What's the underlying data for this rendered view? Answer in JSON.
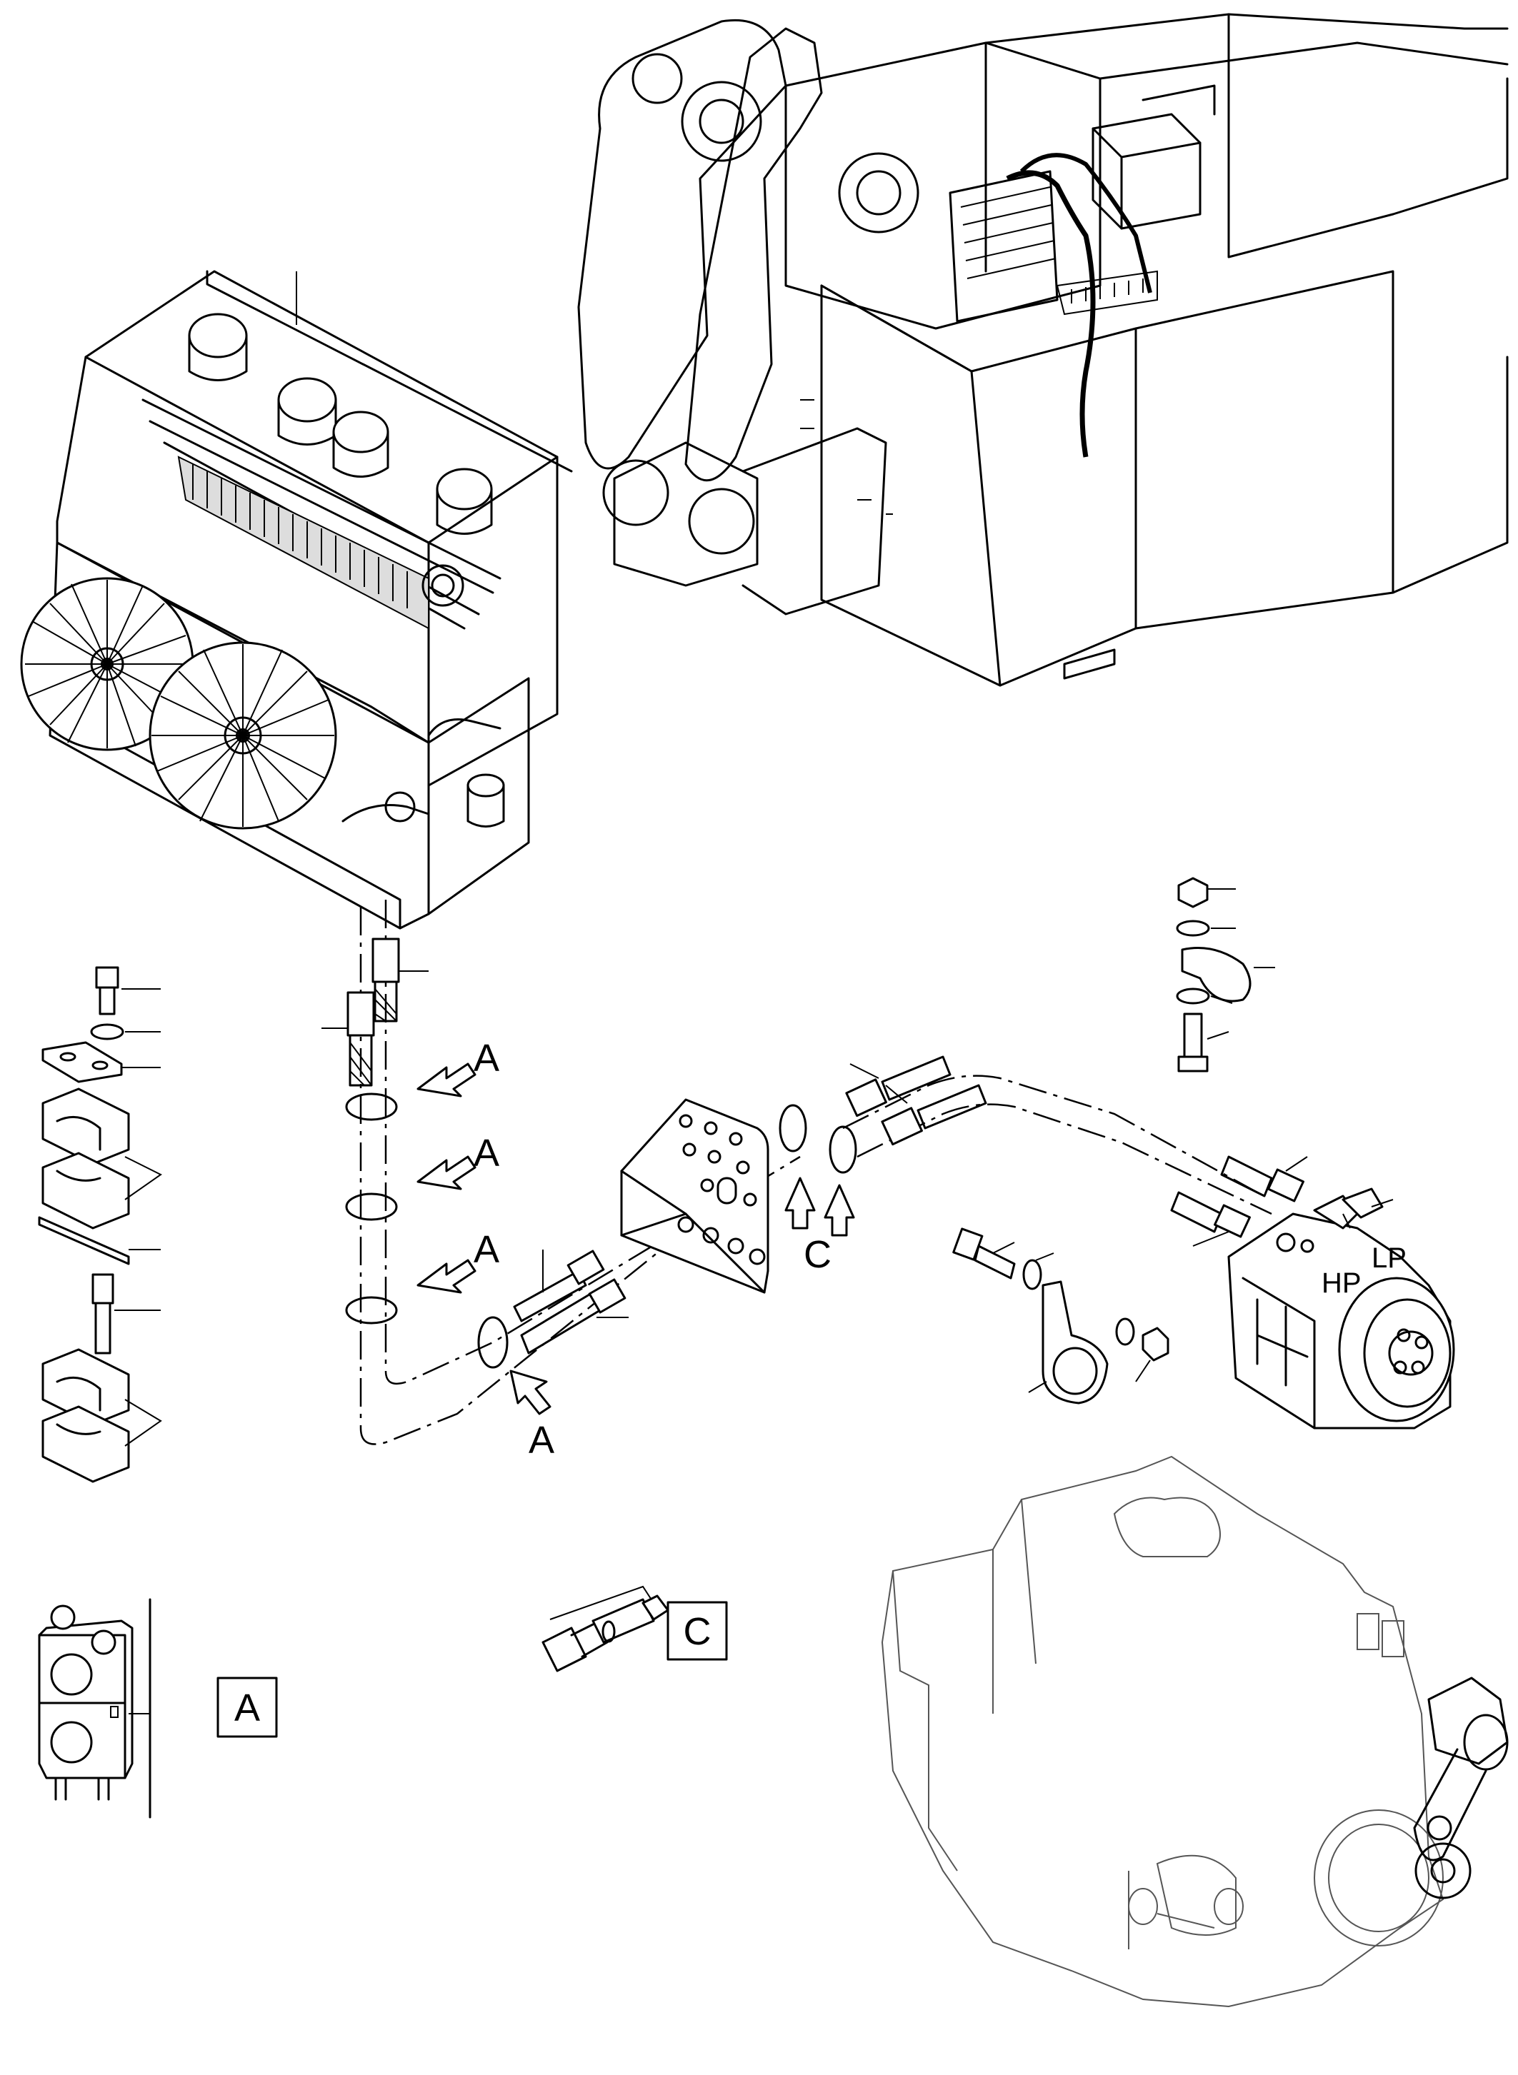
{
  "callouts": {
    "view_a_marker": "A",
    "view_c_marker": "C",
    "detail_a_box": "A",
    "detail_c_box": "C",
    "port_hp": "HP",
    "port_lp": "LP"
  },
  "colors": {
    "line": "#000000",
    "background": "#ffffff"
  },
  "icons": {
    "view_arrow": "outline-arrow-icon"
  }
}
